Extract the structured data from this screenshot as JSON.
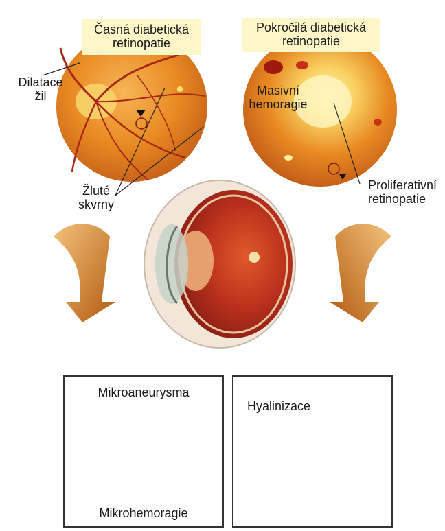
{
  "labels": {
    "early_title_line1": "Časná diabetická",
    "early_title_line2": "retinopatie",
    "advanced_title_line1": "Pokročilá diabetická",
    "advanced_title_line2": "retinopatie",
    "dilatation_line1": "Dilatace",
    "dilatation_line2": "žil",
    "yellow_spots_line1": "Žluté",
    "yellow_spots_line2": "skvrny",
    "hemorrhage_line1": "Masivní",
    "hemorrhage_line2": "hemoragie",
    "proliferative_line1": "Proliferativní",
    "proliferative_line2": "retinopatie",
    "microaneurysm": "Mikroaneurysma",
    "microhemorrhage": "Mikrohemoragie",
    "hyalinization": "Hyalinizace"
  },
  "colors": {
    "fundus_orange": "#e8891e",
    "fundus_yellow": "#fbe07a",
    "vessel_red": "#b4281c",
    "title_box_bg": "#fdf6c8",
    "arrow_orange": "#c96a12"
  }
}
